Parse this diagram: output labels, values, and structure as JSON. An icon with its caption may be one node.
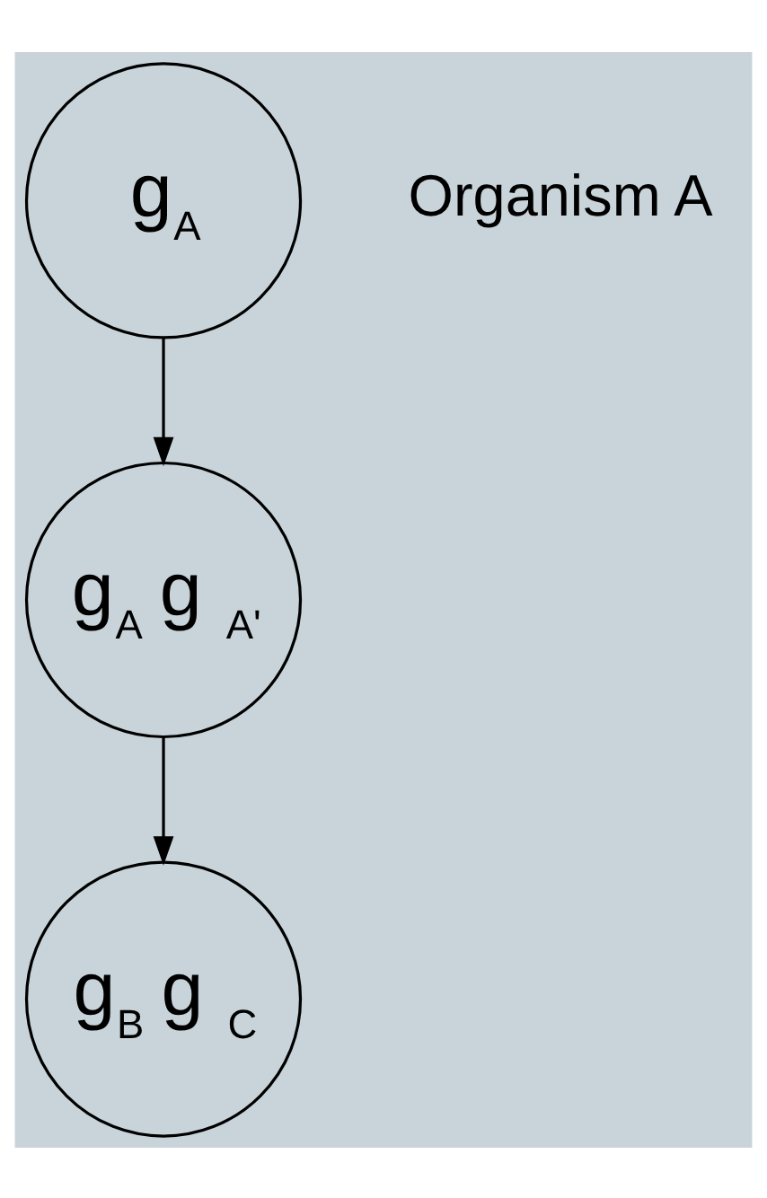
{
  "diagram": {
    "nodes": [
      {
        "text": [
          "g$_{A}$"
        ],
        "beside": [
          "Organism A"
        ]
      },
      {
        "text": [
          "g$_{A}$  g$_{A'}$"
        ]
      },
      {
        "text": [
          "g$_{B}$  g$_{C}$"
        ]
      }
    ],
    "edges": [
      {
        "from": 0,
        "to": 1,
        "arrow": "to"
      },
      {
        "from": 1,
        "to": 2,
        "arrow": "to"
      }
    ]
  }
}
